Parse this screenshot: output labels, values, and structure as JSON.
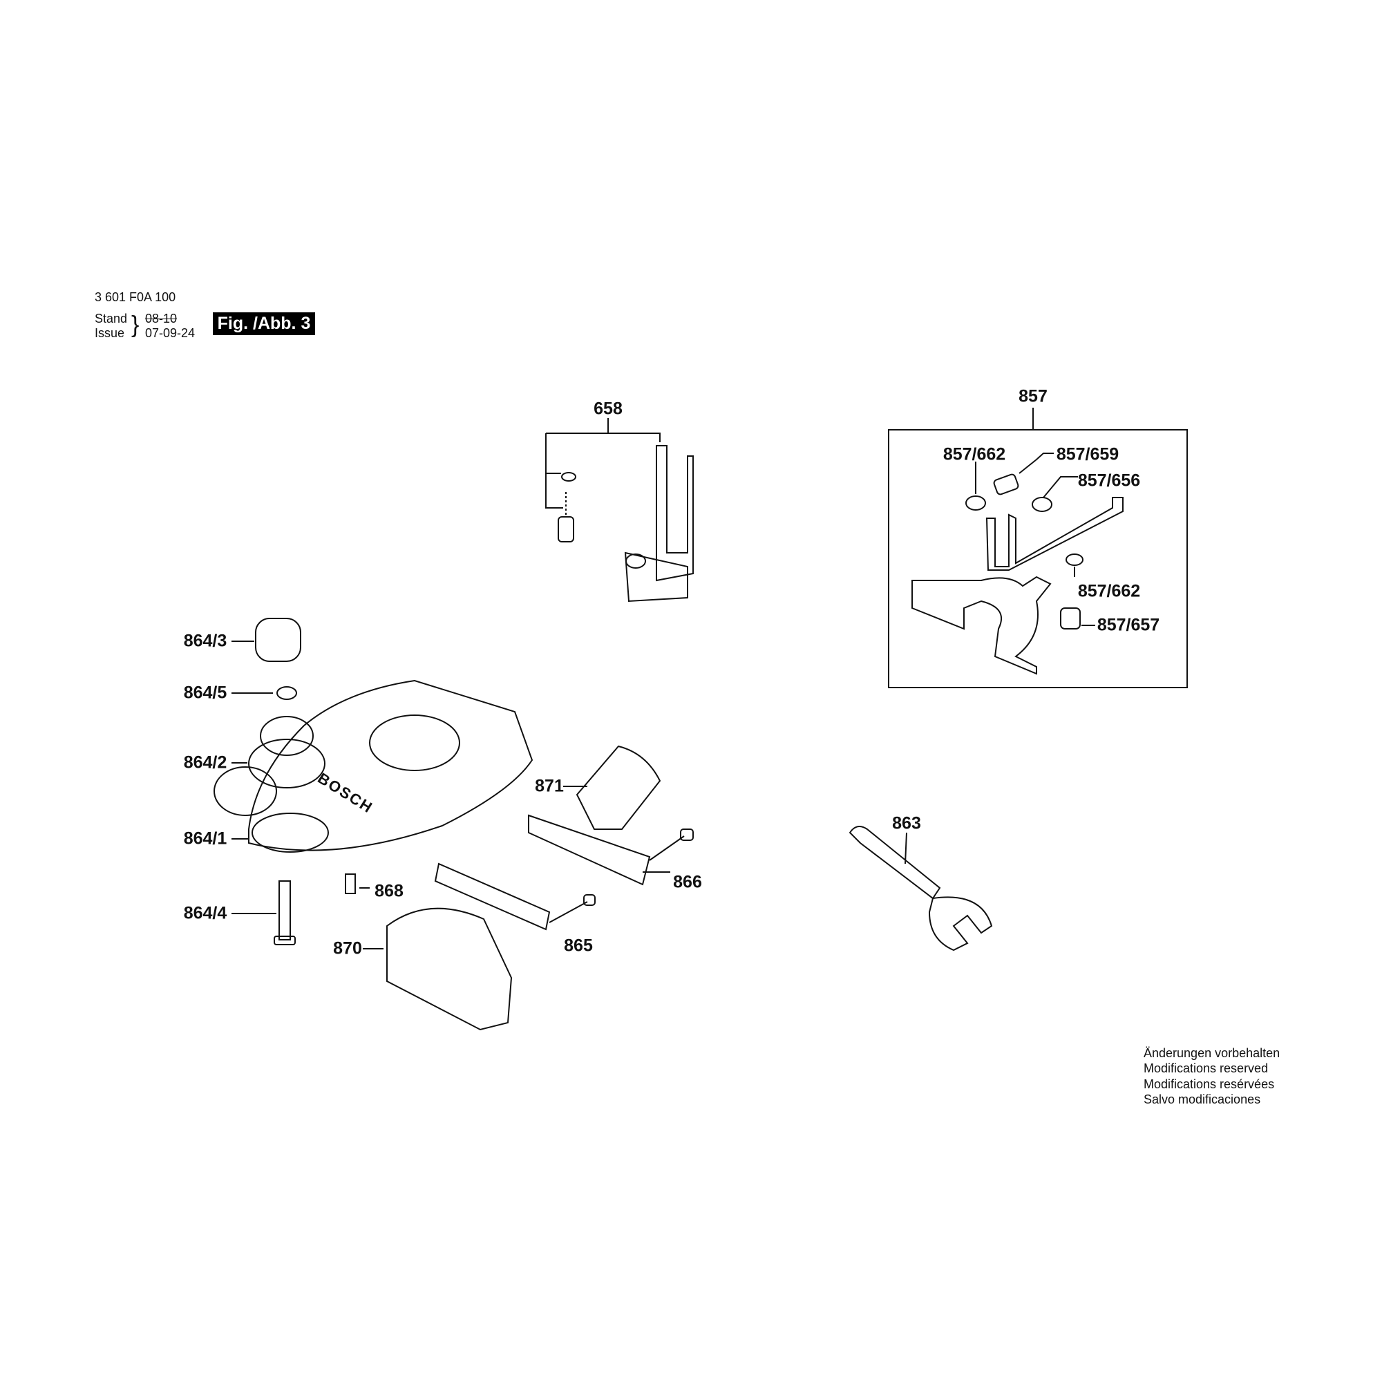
{
  "header": {
    "part_number": "3 601 F0A 100",
    "stand_label": "Stand",
    "issue_label": "Issue",
    "old_date": "08-10",
    "issue_date": "07-09-24",
    "figure_label": "Fig. /Abb. 3"
  },
  "callouts": {
    "c658": "658",
    "c857": "857",
    "c857_662a": "857/662",
    "c857_659": "857/659",
    "c857_656": "857/656",
    "c857_662b": "857/662",
    "c857_657": "857/657",
    "c864_3": "864/3",
    "c864_5": "864/5",
    "c864_2": "864/2",
    "c864_1": "864/1",
    "c864_4": "864/4",
    "c871": "871",
    "c866": "866",
    "c868": "868",
    "c865": "865",
    "c870": "870",
    "c863": "863"
  },
  "base_plate_logo": "BOSCH",
  "notes": [
    "Änderungen vorbehalten",
    "Modifications reserved",
    "Modifications resérvées",
    "Salvo modificaciones"
  ]
}
